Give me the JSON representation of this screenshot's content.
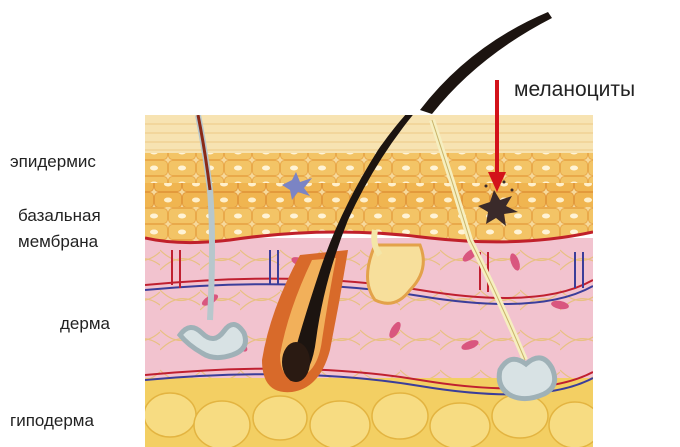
{
  "labels": {
    "epidermis": "эпидермис",
    "basal_membrane_line1": "базальная",
    "basal_membrane_line2": "мембрана",
    "dermis": "дерма",
    "hypodermis": "гиподерма",
    "melanocytes": "меланоциты"
  },
  "colors": {
    "epidermis": "#f6d89a",
    "epidermis_cells": "#f3c060",
    "stratum_corneum": "#f5dfa8",
    "basal_layer": "#f0b04a",
    "basal_membrane": "#c0202a",
    "dermis": "#f2c3cf",
    "hypodermis_fat": "#f3cf63",
    "hair": "#1c1410",
    "follicle": "#d86a2a",
    "arrow": "#d3121a",
    "melanocyte": "#3a2a2a",
    "gland": "#b9c6c9"
  }
}
